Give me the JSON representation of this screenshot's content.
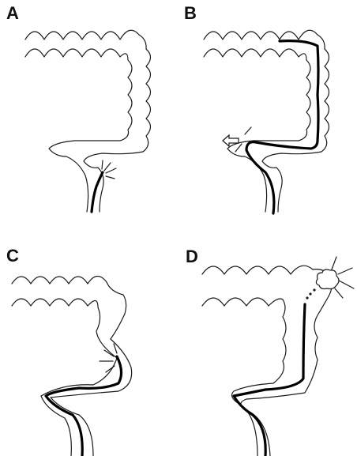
{
  "panels": [
    {
      "id": "A",
      "label": "A"
    },
    {
      "id": "B",
      "label": "B"
    },
    {
      "id": "C",
      "label": "C"
    },
    {
      "id": "D",
      "label": "D"
    }
  ],
  "colors": {
    "outline": "#1a1a1a",
    "scope": "#000000",
    "background": "#ffffff"
  },
  "icons": [
    "colon-outline",
    "colonoscope-line",
    "pain-burst-icon",
    "arrow-left-icon",
    "polyp-icon"
  ]
}
